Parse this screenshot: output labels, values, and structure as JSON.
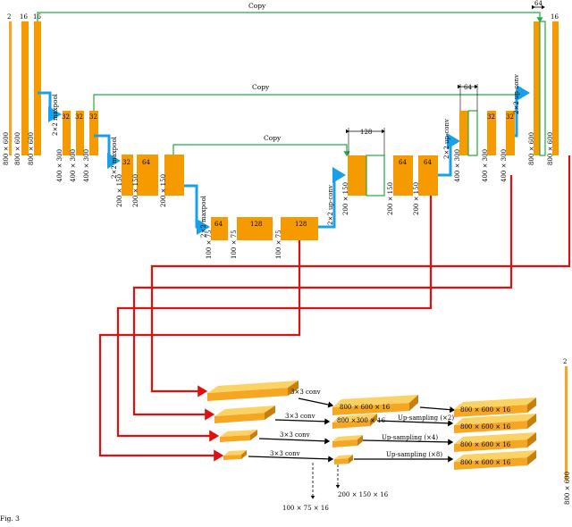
{
  "copy_label": "Copy",
  "enc": {
    "c1": [
      "2",
      "16",
      "16"
    ],
    "c2": [
      "32",
      "32",
      "32"
    ],
    "c3": [
      "32",
      "64"
    ],
    "c4": [
      "64",
      "128",
      "128"
    ]
  },
  "dec": {
    "skip3": "128",
    "d3": [
      "64",
      "64"
    ],
    "skip2": "64",
    "d2": [
      "32",
      "32"
    ],
    "skip1": "64",
    "d1": "16"
  },
  "ops": {
    "maxpool": "2×2 maxpool",
    "upconv": "2×2 up-conv"
  },
  "dims": {
    "d800": "800 × 600",
    "d400": "400 × 300",
    "d200": "200 × 150",
    "d100": "100 × 75"
  },
  "bottom": {
    "conv": "3×3 conv",
    "up2": "Up-sampling (×2)",
    "up4": "Up-sampling (×4)",
    "up8": "Up-sampling (×8)",
    "t800": "800 × 600 × 16",
    "t800b": "800 ×300 × 16",
    "t200": "200 × 150 × 16",
    "t100": "100 × 75 × 16",
    "out_ch": "2",
    "out_dim": "800 × 600"
  },
  "figure_label": "Fig. 3"
}
